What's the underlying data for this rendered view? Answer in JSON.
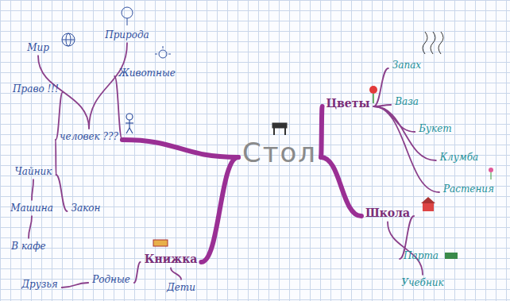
{
  "diagram": {
    "nodes": [
      {
        "text": [
          "Стол"
        ]
      },
      {
        "text": [
          "Цветы"
        ]
      },
      {
        "text": [
          "Запах"
        ]
      },
      {
        "text": [
          "Ваза"
        ]
      },
      {
        "text": [
          "Букет"
        ]
      },
      {
        "text": [
          "Клумба"
        ]
      },
      {
        "text": [
          "Растения"
        ]
      },
      {
        "text": [
          "Школа"
        ]
      },
      {
        "text": [
          "Парта"
        ]
      },
      {
        "text": [
          "Учебник"
        ]
      },
      {
        "text": [
          "человек ???"
        ]
      },
      {
        "text": [
          "Мир"
        ]
      },
      {
        "text": [
          "Природа"
        ]
      },
      {
        "text": [
          "Право !!!"
        ]
      },
      {
        "text": [
          "Животные"
        ]
      },
      {
        "text": [
          "Чайник"
        ]
      },
      {
        "text": [
          "Машина"
        ]
      },
      {
        "text": [
          "Закон"
        ]
      },
      {
        "text": [
          "В кафе"
        ]
      },
      {
        "text": [
          "Книжка"
        ]
      },
      {
        "text": [
          "Родные"
        ]
      },
      {
        "text": [
          "Друзья"
        ]
      },
      {
        "text": [
          "Дети"
        ]
      }
    ],
    "edges": [
      {
        "from": 0,
        "to": 1,
        "arrow": "none"
      },
      {
        "from": 1,
        "to": 2,
        "arrow": "none"
      },
      {
        "from": 1,
        "to": 3,
        "arrow": "none"
      },
      {
        "from": 1,
        "to": 4,
        "arrow": "none"
      },
      {
        "from": 1,
        "to": 5,
        "arrow": "none"
      },
      {
        "from": 1,
        "to": 6,
        "arrow": "none"
      },
      {
        "from": 0,
        "to": 7,
        "arrow": "none"
      },
      {
        "from": 7,
        "to": 8,
        "arrow": "none"
      },
      {
        "from": 7,
        "to": 9,
        "arrow": "none"
      },
      {
        "from": 0,
        "to": 10,
        "arrow": "none"
      },
      {
        "from": 10,
        "to": 11,
        "arrow": "none"
      },
      {
        "from": 10,
        "to": 12,
        "arrow": "none"
      },
      {
        "from": 10,
        "to": 13,
        "arrow": "none"
      },
      {
        "from": 10,
        "to": 14,
        "arrow": "none"
      },
      {
        "from": 10,
        "to": 15,
        "arrow": "none"
      },
      {
        "from": 15,
        "to": 16,
        "arrow": "none"
      },
      {
        "from": 15,
        "to": 17,
        "arrow": "none"
      },
      {
        "from": 16,
        "to": 18,
        "arrow": "none"
      },
      {
        "from": 0,
        "to": 19,
        "arrow": "none"
      },
      {
        "from": 19,
        "to": 20,
        "arrow": "none"
      },
      {
        "from": 20,
        "to": 21,
        "arrow": "none"
      },
      {
        "from": 19,
        "to": 22,
        "arrow": "none"
      }
    ]
  }
}
